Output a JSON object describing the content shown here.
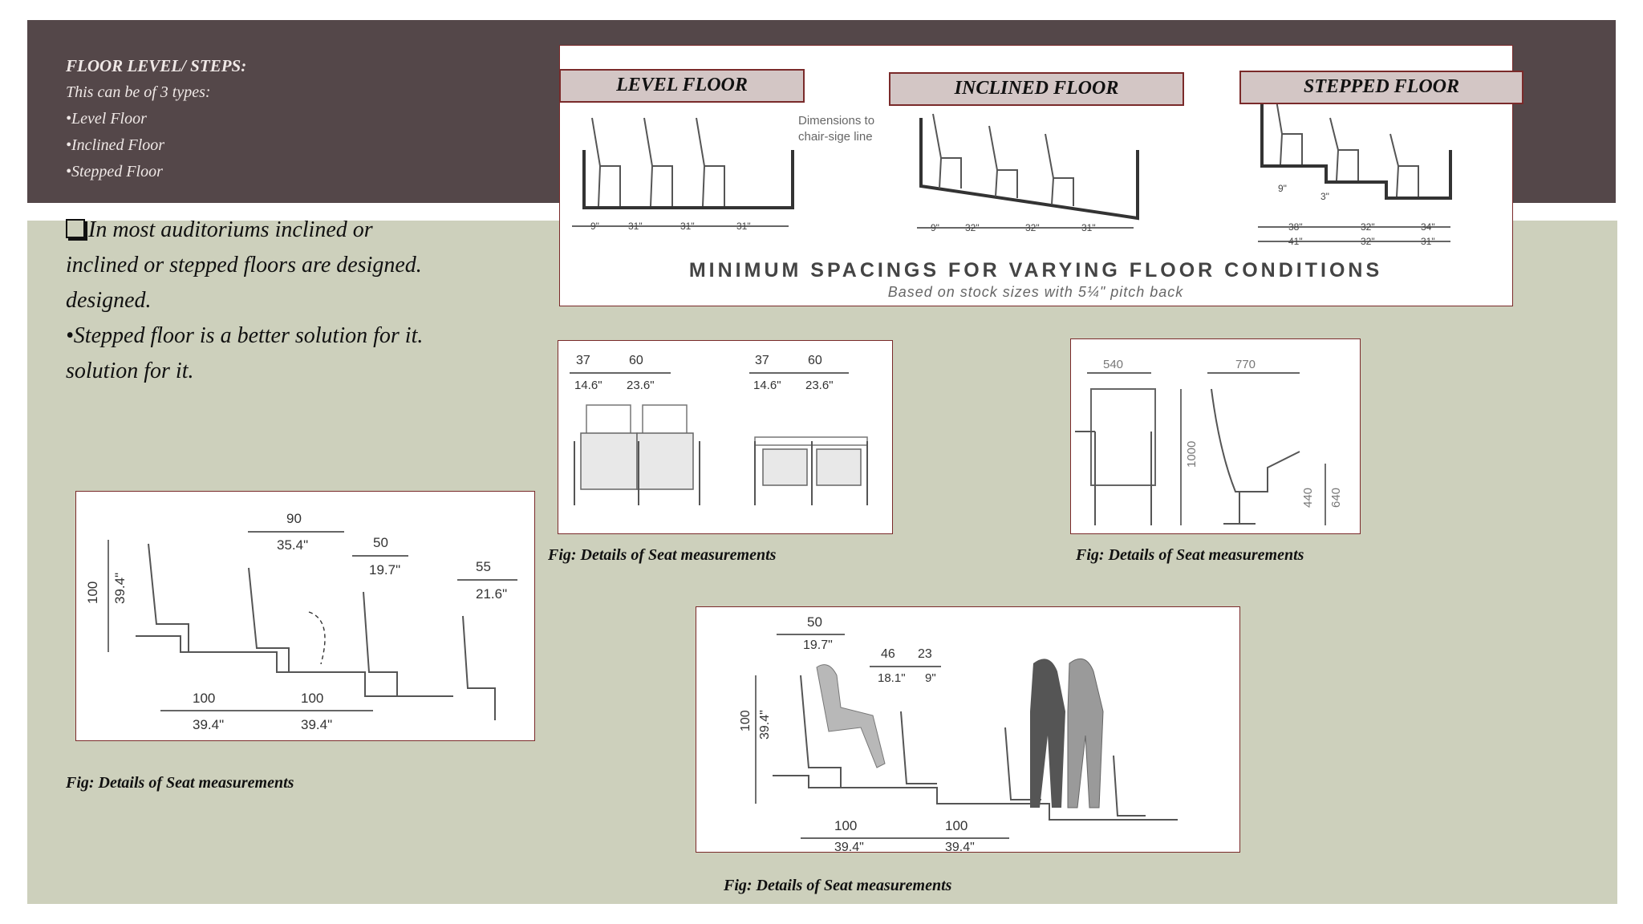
{
  "header": {
    "heading": "FLOOR LEVEL/ STEPS:",
    "intro": "This can be of 3 types:",
    "types": [
      "•Level Floor",
      "•Inclined Floor",
      "•Stepped Floor"
    ]
  },
  "bullets": [
    "In most auditoriums inclined or",
    "inclined or stepped floors are designed.",
    "designed.",
    "•Stepped floor is a better solution for it.",
    "solution for it."
  ],
  "floor_diagram": {
    "labels": {
      "level": "LEVEL FLOOR",
      "inclined": "INCLINED FLOOR",
      "stepped": "STEPPED FLOOR"
    },
    "note": "Dimensions to",
    "note2": "chair-sige line",
    "title": "MINIMUM SPACINGS FOR VARYING FLOOR CONDITIONS",
    "subtitle": "Based on stock sizes with 5¼\" pitch back",
    "level_dims": [
      "9\"",
      "31\"",
      "31\"",
      "31\""
    ],
    "inclined_dims": [
      "9\"",
      "32\"",
      "32\"",
      "31\""
    ],
    "stepped_top": [
      "38\"",
      "32\"",
      "34\""
    ],
    "stepped_bottom": [
      "41\"",
      "32\"",
      "31\""
    ],
    "stepped_small": [
      "9\"",
      "3\""
    ]
  },
  "fig1": {
    "top": [
      "37",
      "60"
    ],
    "bottom": [
      "14.6\"",
      "23.6\""
    ],
    "caption": "Fig: Details of Seat measurements"
  },
  "fig2": {
    "width": "540",
    "depth": "770",
    "height": "1000",
    "seat": "440",
    "arm": "640",
    "caption": "Fig: Details of Seat measurements"
  },
  "fig3": {
    "top1": "90",
    "top1b": "35.4\"",
    "top2": "50",
    "top2b": "19.7\"",
    "top3": "55",
    "top3b": "21.6\"",
    "left": "100",
    "leftb": "39.4\"",
    "bottom": [
      "100",
      "100"
    ],
    "bottomb": [
      "39.4\"",
      "39.4\""
    ],
    "caption": "Fig: Details of Seat measurements"
  },
  "fig4": {
    "top1": "50",
    "top1b": "19.7\"",
    "mid": [
      "46",
      "23"
    ],
    "midb": [
      "18.1\"",
      "9\""
    ],
    "left": "100",
    "leftb": "39.4\"",
    "bottom": [
      "100",
      "100"
    ],
    "bottomb": [
      "39.4\"",
      "39.4\""
    ],
    "caption": "Fig: Details of Seat measurements"
  }
}
